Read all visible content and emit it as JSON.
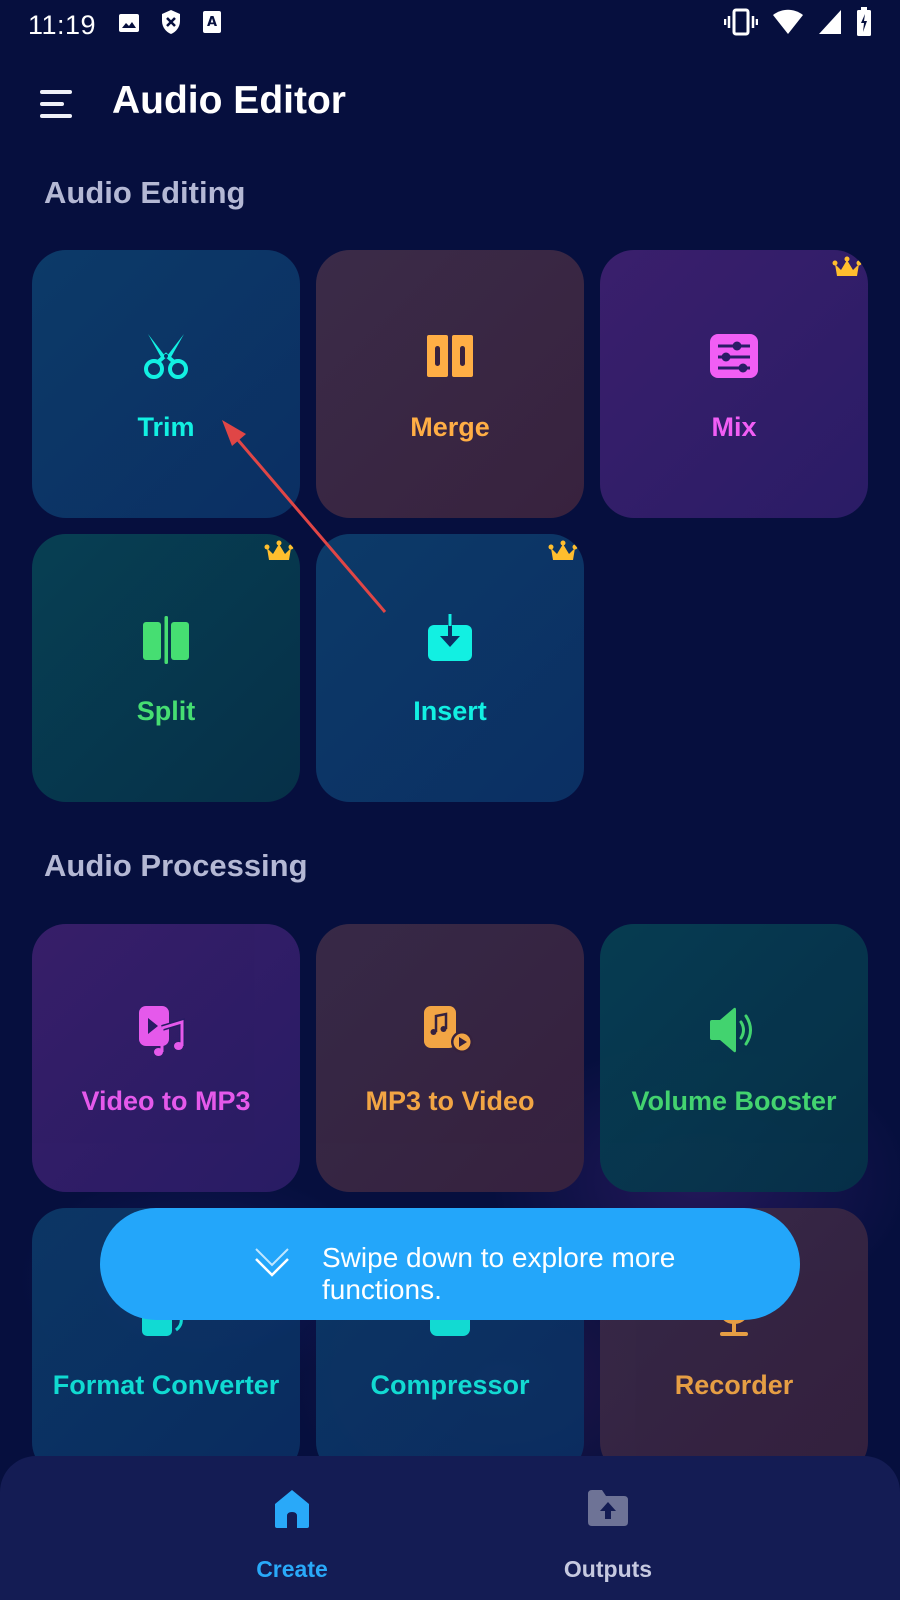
{
  "status_bar": {
    "time": "11:19",
    "left_icons": [
      "image-icon",
      "shield-x-icon",
      "a-card-icon"
    ],
    "right_icons": [
      "vibrate-icon",
      "wifi-icon",
      "signal-icon",
      "battery-charging-icon"
    ]
  },
  "app_bar": {
    "title": "Audio Editor",
    "menu_icon": "hamburger-menu-icon"
  },
  "sections": [
    {
      "title": "Audio Editing",
      "tiles": [
        {
          "label": "Trim",
          "icon": "scissors-icon",
          "color": "#12f0e2",
          "premium": false
        },
        {
          "label": "Merge",
          "icon": "merge-icon",
          "color": "#ffae45",
          "premium": false
        },
        {
          "label": "Mix",
          "icon": "mixer-sliders-icon",
          "color": "#f15ef5",
          "premium": true
        },
        {
          "label": "Split",
          "icon": "split-icon",
          "color": "#46de72",
          "premium": true
        },
        {
          "label": "Insert",
          "icon": "insert-down-icon",
          "color": "#12f0e2",
          "premium": true
        }
      ]
    },
    {
      "title": "Audio Processing",
      "tiles": [
        {
          "label": "Video to MP3",
          "icon": "video-to-music-icon",
          "color": "#f15ef5",
          "premium": false
        },
        {
          "label": "MP3 to Video",
          "icon": "music-to-video-icon",
          "color": "#ffae45",
          "premium": false
        },
        {
          "label": "Volume Booster",
          "icon": "speaker-volume-icon",
          "color": "#46de72",
          "premium": false
        },
        {
          "label": "Format Converter",
          "icon": "format-convert-icon",
          "color": "#12f0e2",
          "premium": false
        },
        {
          "label": "Compressor",
          "icon": "compress-icon",
          "color": "#12f0e2",
          "premium": false
        },
        {
          "label": "Recorder",
          "icon": "microphone-icon",
          "color": "#ffae45",
          "premium": false
        }
      ]
    }
  ],
  "toast": {
    "text": "Swipe down to explore more functions.",
    "icon": "double-chevron-down-icon"
  },
  "bottom_nav": {
    "items": [
      {
        "label": "Create",
        "icon": "home-icon",
        "active": true,
        "color": "#29a9f9"
      },
      {
        "label": "Outputs",
        "icon": "folder-upload-icon",
        "active": false,
        "color": "#c6c9e0"
      }
    ]
  },
  "colors": {
    "background": "#060f3e",
    "toast": "#23a6fa",
    "nav_bg": "#141c54",
    "crown": "#ffbe2e",
    "annotation_arrow": "#e04646"
  }
}
